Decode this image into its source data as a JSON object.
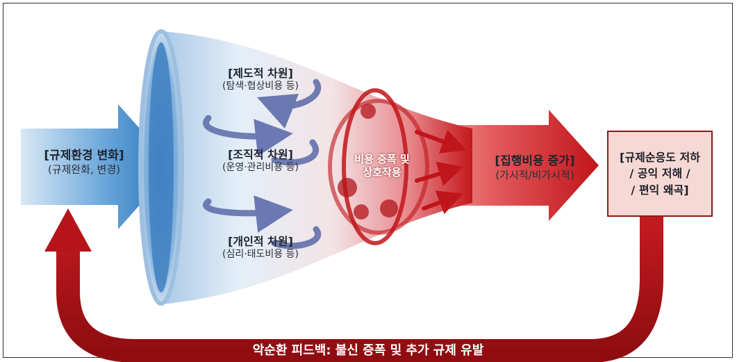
{
  "input": {
    "title": "[규제환경 변화]",
    "sub": "(규제완화, 변경)"
  },
  "stages": [
    {
      "title": "[제도적 차원]",
      "sub": "(탐색·협상비용 등)"
    },
    {
      "title": "[조직적 차원]",
      "sub": "(운영·관리비용 등)"
    },
    {
      "title": "[개인적 차원]",
      "sub": "(심리·태도비용 등)"
    }
  ],
  "amplification": {
    "line1": "비용 증폭 및",
    "line2": "상호작용"
  },
  "cost": {
    "title": "[집행비용 증가]",
    "sub": "(가시적/비가시적)"
  },
  "result": {
    "line1": "[규제순응도 저하",
    "line2": "/ 공익 저해 /",
    "line3": "/ 편익 왜곡]"
  },
  "feedback": {
    "label": "악순환 피드백: 불신 증폭 및 추가 규제 유발"
  },
  "colors": {
    "blue": "#2f7fc4",
    "red": "#c0151a",
    "dark_red": "#8a1a14",
    "result_fill": "#f6d9d4"
  }
}
